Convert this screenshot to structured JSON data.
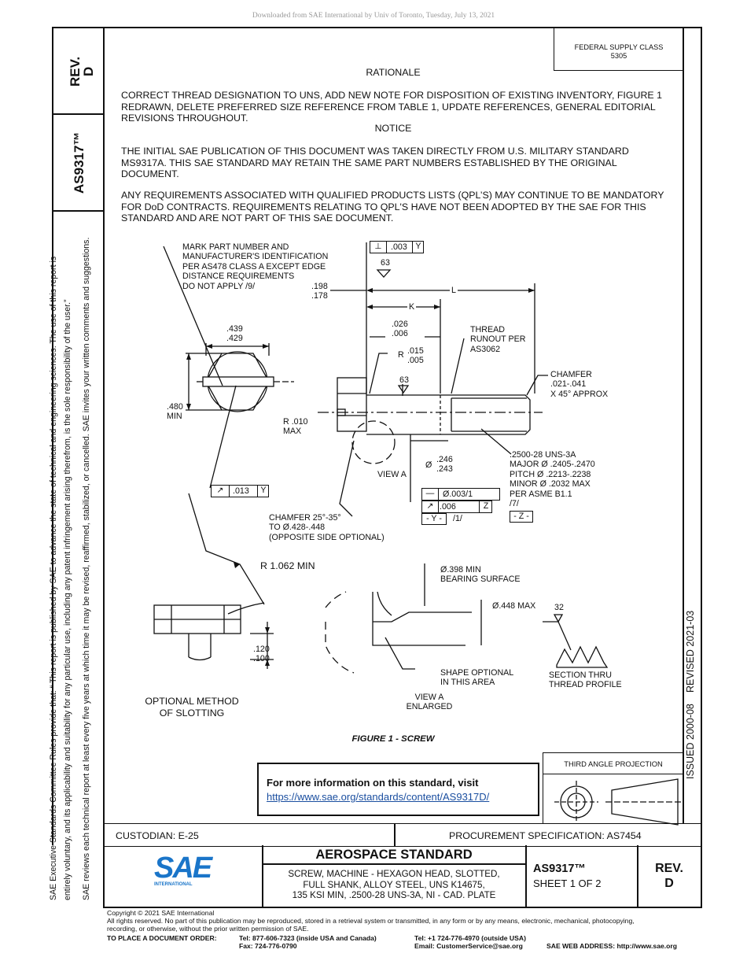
{
  "download_notice": "Downloaded from SAE International by Univ of Toronto, Tuesday, July 13, 2021",
  "rev_label": "REV.",
  "rev_value": "D",
  "doc_number": "AS9317™",
  "side_note_1": "SAE Executive Standards Committee Rules provide that: “ This report is published by SAE to advance the state of technical and engineering sciences. The use of this report is",
  "side_note_2": "entirely voluntary, and its applicability and suitability for any particular use, including any patent infringement arising therefrom, is the sole responsibility of the user.”",
  "side_note_3": "SAE reviews each technical report at least every five years at which time it may be revised, reaffirmed, stabilized, or cancelled. SAE invites your written comments and suggestions.",
  "federal_supply_class": "FEDERAL SUPPLY CLASS",
  "federal_supply_number": "5305",
  "issued": "ISSUED 2000-08",
  "revised": "REVISED 2021-03",
  "rationale_heading": "RATIONALE",
  "rationale_text": "CORRECT THREAD DESIGNATION TO UNS, ADD NEW NOTE FOR DISPOSITION OF EXISTING INVENTORY, FIGURE 1 REDRAWN, DELETE PREFERRED SIZE REFERENCE FROM TABLE 1, UPDATE REFERENCES, GENERAL EDITORIAL REVISIONS THROUGHOUT.",
  "notice_heading": "NOTICE",
  "notice_text_1": "THE INITIAL SAE PUBLICATION OF THIS DOCUMENT WAS TAKEN DIRECTLY FROM U.S. MILITARY STANDARD MS9317A. THIS SAE STANDARD MAY RETAIN THE SAME PART NUMBERS ESTABLISHED BY THE ORIGINAL DOCUMENT.",
  "notice_text_2": "ANY REQUIREMENTS ASSOCIATED WITH QUALIFIED PRODUCTS LISTS (QPL’S) MAY CONTINUE TO BE MANDATORY FOR DoD CONTRACTS. REQUIREMENTS RELATING TO QPL'S HAVE NOT BEEN ADOPTED BY THE SAE FOR THIS STANDARD AND ARE NOT PART OF THIS SAE DOCUMENT.",
  "drawing": {
    "mark_note": [
      "MARK PART NUMBER AND",
      "MANUFACTURER'S IDENTIFICATION",
      "PER AS478 CLASS A EXCEPT EDGE",
      "DISTANCE REQUIREMENTS",
      "DO NOT APPLY /9/"
    ],
    "dim_439": ".439",
    "dim_429": ".429",
    "dim_480": ".480",
    "dim_min": "MIN",
    "r010": "R .010",
    "max": "MAX",
    "dim_198": ".198",
    "dim_178": ".178",
    "perp_003": ".003",
    "datum_y": "Y",
    "r63": "63",
    "l_label": "L",
    "k_label": "K",
    "dim_026": ".026",
    "dim_006": ".006",
    "r_label": "R",
    "dim_015": ".015",
    "dim_005": ".005",
    "thread_runout": [
      "THREAD",
      "RUNOUT PER",
      "AS3062"
    ],
    "chamfer_right": [
      "CHAMFER",
      ".021-.041",
      "X 45° APPROX"
    ],
    "thread_spec": [
      ".2500-28 UNS-3A",
      "MAJOR Ø .2405-.2470",
      "PITCH Ø .2213-.2238",
      "MINOR Ø .2032 MAX",
      "PER ASME B1.1",
      "/7/"
    ],
    "dia_sym": "Ø",
    "dim_246": ".246",
    "dim_243": ".243",
    "view_a": "VIEW A",
    "fcf_0031": "Ø.003/1",
    "fcf_006": ".006",
    "datum_z": "Z",
    "datum_y_box": "- Y -",
    "note_1": "/1/",
    "datum_z_box": "- Z -",
    "fcf_013": ".013",
    "chamfer_left": [
      "CHAMFER 25°-35°",
      "TO Ø.428-.448",
      "(OPPOSITE SIDE OPTIONAL)"
    ],
    "r1062": "R 1.062 MIN",
    "dim_120": ".120",
    "dim_100": ".100",
    "optional_slotting": [
      "OPTIONAL METHOD",
      "OF SLOTTING"
    ],
    "dia_398": "Ø.398 MIN",
    "bearing_surface": "BEARING SURFACE",
    "dia_448": "Ø.448 MAX",
    "shape_optional": [
      "SHAPE OPTIONAL",
      "IN THIS AREA"
    ],
    "view_a_enlarged": [
      "VIEW A",
      "ENLARGED"
    ],
    "r32": "32",
    "section_thru": [
      "SECTION THRU",
      "THREAD PROFILE"
    ]
  },
  "figure_caption": "FIGURE 1 - SCREW",
  "info_box": {
    "text": "For more information on this standard, visit",
    "link": "https://www.sae.org/standards/content/AS9317D/"
  },
  "third_angle": "THIRD ANGLE PROJECTION",
  "custodian": "CUSTODIAN: E-25",
  "procurement": "PROCUREMENT SPECIFICATION: AS7454",
  "logo_text": "SAE",
  "logo_sub": "INTERNATIONAL",
  "aerospace_standard": "AEROSPACE STANDARD",
  "title_lines": [
    "SCREW, MACHINE - HEXAGON HEAD, SLOTTED,",
    "FULL SHANK, ALLOY STEEL, UNS K14675,",
    "135 KSI MIN, .2500-28 UNS-3A, NI - CAD. PLATE"
  ],
  "as_number": "AS9317™",
  "sheet": "SHEET 1 OF 2",
  "rev_box_label": "REV.",
  "rev_box_value": "D",
  "footer": {
    "copyright": "Copyright © 2021 SAE International",
    "rights_1": "All rights reserved. No part of this publication may be reproduced, stored in a retrieval system or transmitted, in any form or by any means, electronic, mechanical, photocopying,",
    "rights_2": "recording, or otherwise, without the prior written permission of SAE.",
    "order_label": "TO PLACE A DOCUMENT ORDER:",
    "tel_usa": "Tel: 877-606-7323 (inside USA and Canada)",
    "fax": "Fax: 724-776-0790",
    "tel_out": "Tel: +1 724-776-4970 (outside USA)",
    "email": "Email: CustomerService@sae.org",
    "web": "SAE WEB ADDRESS: http://www.sae.org"
  }
}
